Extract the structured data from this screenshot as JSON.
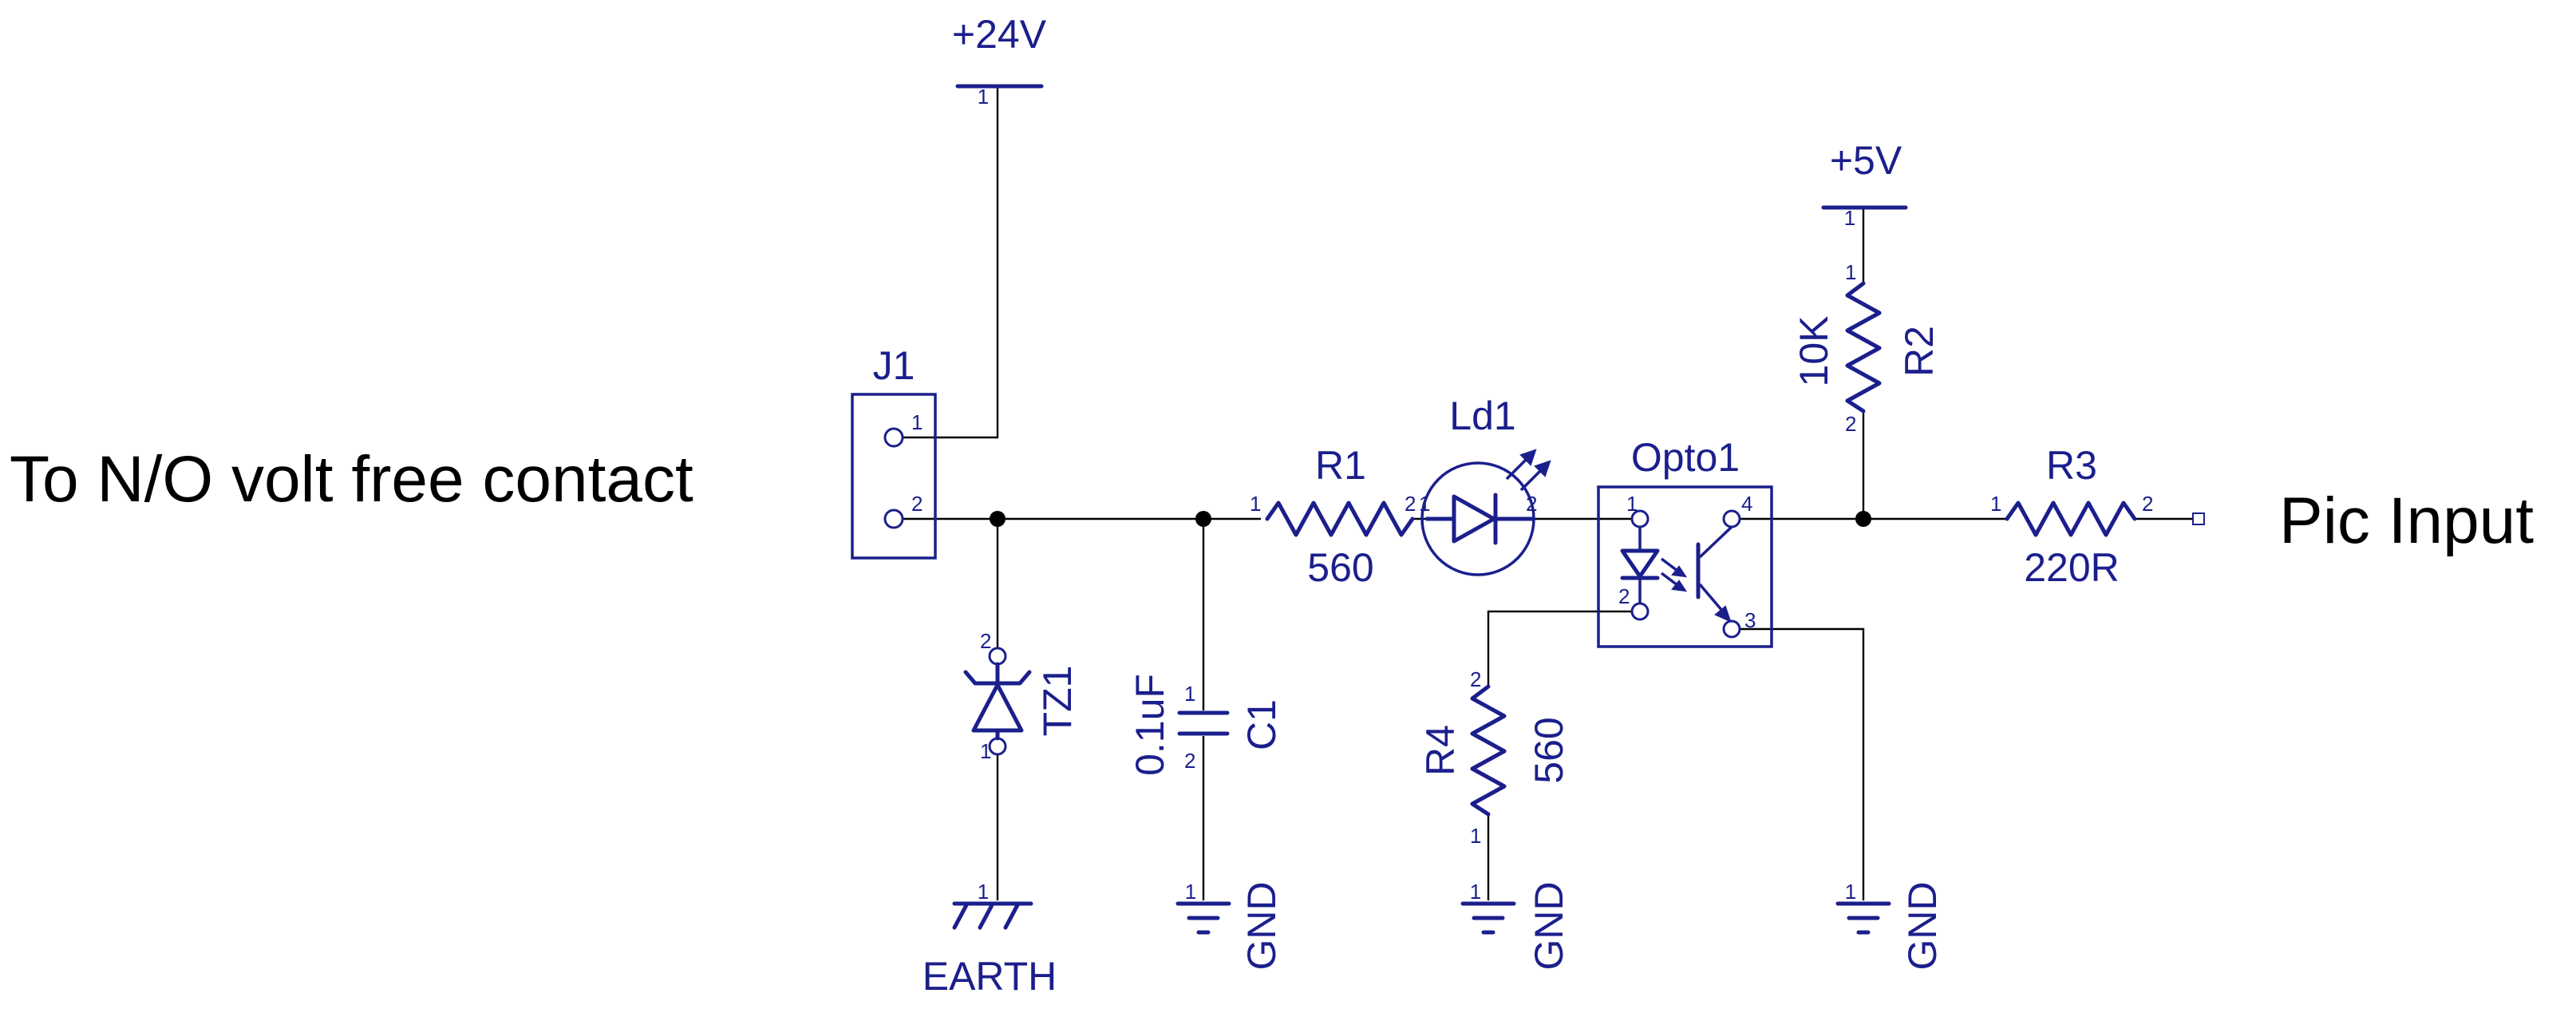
{
  "annotations": {
    "left_note": "To N/O volt free contact",
    "right_note": "Pic Input"
  },
  "power": {
    "v24": "+24V",
    "v5": "+5V",
    "earth": "EARTH",
    "gnd": "GND"
  },
  "components": {
    "j1": {
      "ref": "J1",
      "pin1": "1",
      "pin2": "2"
    },
    "tz1": {
      "ref": "TZ1",
      "pin_top": "2",
      "pin_bottom": "1"
    },
    "c1": {
      "ref": "C1",
      "value": "0.1uF",
      "pin_top": "1",
      "pin_bottom": "2"
    },
    "r1": {
      "ref": "R1",
      "value": "560",
      "pin1": "1",
      "pin2": "2"
    },
    "ld1": {
      "ref": "Ld1",
      "pin1": "1",
      "pin2": "2"
    },
    "opto1": {
      "ref": "Opto1",
      "pin1": "1",
      "pin2": "2",
      "pin3": "3",
      "pin4": "4"
    },
    "r2": {
      "ref": "R2",
      "value": "10K",
      "pin1": "1",
      "pin2": "2"
    },
    "r3": {
      "ref": "R3",
      "value": "220R",
      "pin1": "1",
      "pin2": "2"
    },
    "r4": {
      "ref": "R4",
      "value": "560",
      "pin1": "1",
      "pin2": "2"
    }
  },
  "colors": {
    "component": "#1b1f8c",
    "wire": "#000000",
    "background": "#ffffff"
  }
}
